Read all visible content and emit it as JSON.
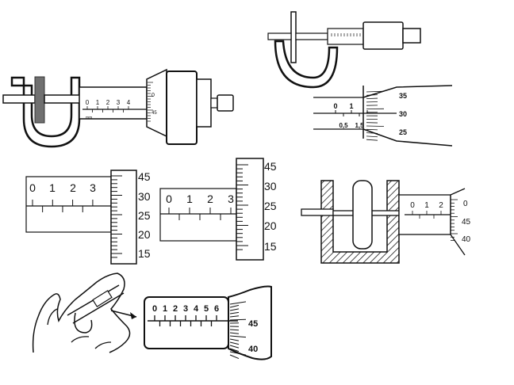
{
  "fig1": {
    "sleeve_labels": [
      "0",
      "1",
      "2",
      "3",
      "4"
    ],
    "unit": "mm",
    "thimble_labels": [
      "0",
      "45"
    ]
  },
  "fig2": {
    "sleeve_top_labels": [
      "0",
      "1"
    ],
    "sleeve_bottom_labels": [
      "0,5",
      "1,5"
    ],
    "thimble_labels": [
      "35",
      "30",
      "25"
    ]
  },
  "fig3": {
    "sleeve_labels": [
      "0",
      "1",
      "2",
      "3"
    ],
    "thimble_labels": [
      "45",
      "30",
      "25",
      "20",
      "15"
    ]
  },
  "fig4": {
    "sleeve_labels": [
      "0",
      "1",
      "2",
      "3"
    ],
    "thimble_labels": [
      "45",
      "30",
      "25",
      "20",
      "15"
    ]
  },
  "fig5": {
    "sleeve_labels": [
      "0",
      "1",
      "2"
    ],
    "thimble_labels": [
      "0",
      "45",
      "40"
    ]
  },
  "fig6": {
    "sleeve_labels": [
      "0",
      "1",
      "2",
      "3",
      "4",
      "5",
      "6"
    ],
    "thimble_labels": [
      "45",
      "40"
    ]
  }
}
